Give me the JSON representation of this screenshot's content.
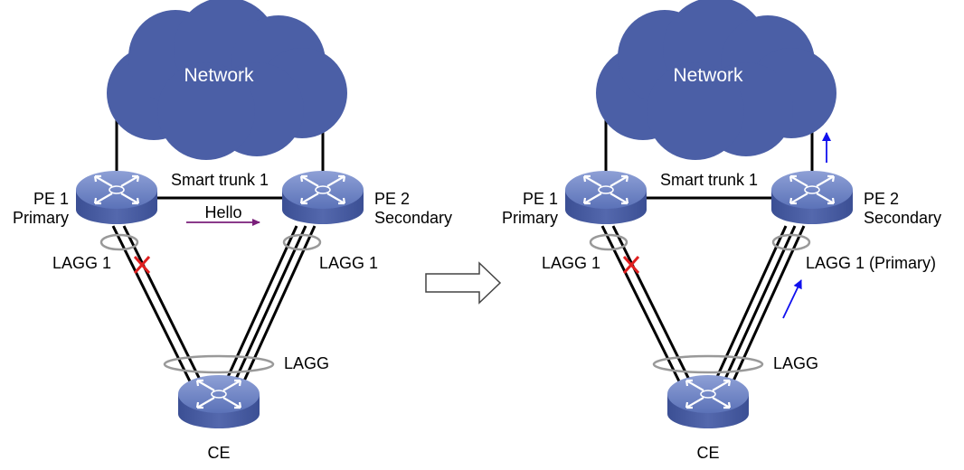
{
  "left": {
    "cloud_label": "Network",
    "smart_trunk_label": "Smart trunk 1",
    "pe1_name": "PE 1",
    "pe1_role": "Primary",
    "pe2_name": "PE 2",
    "pe2_role": "Secondary",
    "hello_label": "Hello",
    "lagg1_left_label": "LAGG 1",
    "lagg1_right_label": "LAGG 1",
    "ce_lagg_label": "LAGG",
    "ce_label": "CE"
  },
  "right": {
    "cloud_label": "Network",
    "smart_trunk_label": "Smart trunk 1",
    "pe1_name": "PE 1",
    "pe1_role": "Primary",
    "pe2_name": "PE 2",
    "pe2_role": "Secondary",
    "lagg1_left_label": "LAGG 1",
    "lagg1_right_label": "LAGG 1 (Primary)",
    "ce_lagg_label": "LAGG",
    "ce_label": "CE"
  },
  "colors": {
    "cloud": "#4b5fa6",
    "device": "#5b72b8",
    "failure": "#e02020",
    "hello_arrow": "#7a1e7a",
    "traffic_arrow": "#1010ee"
  },
  "icons": {
    "device": "switch-icon",
    "failure": "cross-icon",
    "transition": "right-arrow-icon"
  }
}
